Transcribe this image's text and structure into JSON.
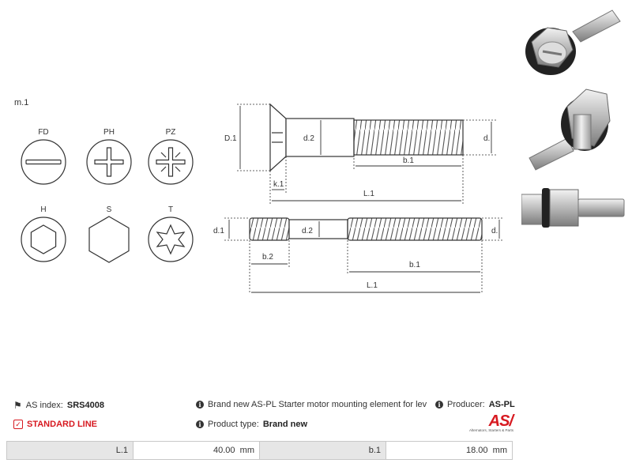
{
  "drawing": {
    "section_label": "m.1",
    "drive_types": [
      {
        "code": "FD",
        "icon": "flat-slot-icon"
      },
      {
        "code": "PH",
        "icon": "phillips-icon"
      },
      {
        "code": "PZ",
        "icon": "pozidriv-icon"
      },
      {
        "code": "H",
        "icon": "hex-socket-icon"
      },
      {
        "code": "S",
        "icon": "hex-head-icon"
      },
      {
        "code": "T",
        "icon": "torx-icon"
      }
    ],
    "screw": {
      "D1": "D.1",
      "d2": "d.2",
      "d": "d.",
      "b1": "b.1",
      "k1": "k.1",
      "L1": "L.1"
    },
    "stud": {
      "d1": "d.1",
      "d2": "d.2",
      "d": "d.",
      "b2": "b.2",
      "b1": "b.1",
      "L1": "L.1"
    }
  },
  "info": {
    "as_index_label": "AS index:",
    "as_index_value": "SRS4008",
    "line_label": "STANDARD LINE",
    "description": "Brand new AS-PL Starter motor mounting element for lev",
    "producer_label": "Producer:",
    "producer_value": "AS-PL",
    "product_type_label": "Product type:",
    "product_type_value": "Brand new",
    "logo_text": "AS",
    "logo_tagline": "Alternators, Starters & Parts"
  },
  "dimensions": [
    {
      "label": "L.1",
      "value": "40.00",
      "unit": "mm"
    },
    {
      "label": "b.1",
      "value": "18.00",
      "unit": "mm"
    }
  ],
  "colors": {
    "accent": "#d71920",
    "line": "#333333",
    "table_label_bg": "#e6e6e6"
  }
}
